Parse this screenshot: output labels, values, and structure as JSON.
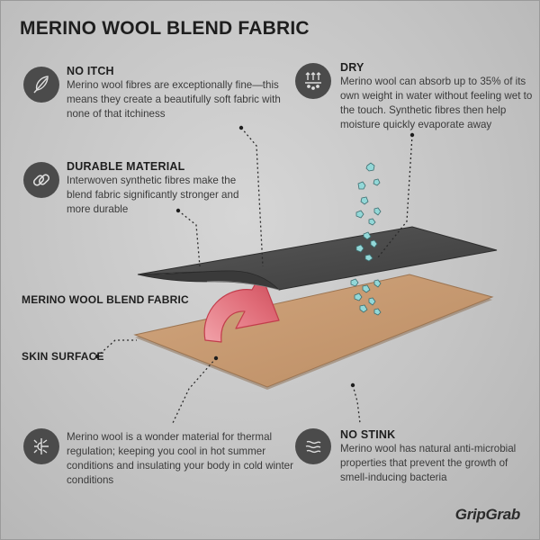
{
  "title": "MERINO WOOL BLEND FABRIC",
  "features": {
    "no_itch": {
      "heading": "NO ITCH",
      "icon": "feather-icon",
      "lines": [
        "Merino wool fibres are exceptionally fine—this",
        "means they create a beautifully soft fabric with",
        "none of that itchiness"
      ]
    },
    "durable": {
      "heading": "DURABLE MATERIAL",
      "icon": "link-icon",
      "lines": [
        "Interwoven synthetic fibres make the",
        "blend fabric significantly stronger and",
        "more durable"
      ]
    },
    "dry": {
      "heading": "DRY",
      "icon": "evaporation-icon",
      "lines": [
        "Merino wool can absorb up to 35% of its",
        "own weight in water without feeling wet to",
        "the touch. Synthetic fibres then help",
        "moisture quickly evaporate away"
      ]
    },
    "thermal": {
      "icon": "sun-snowflake-icon",
      "lines": [
        "Merino wool is a wonder material for thermal",
        "regulation; keeping you cool in hot summer",
        "conditions and insulating your body in cold winter",
        "conditions"
      ]
    },
    "no_stink": {
      "heading": "NO STINK",
      "icon": "odor-waves-icon",
      "lines": [
        "Merino wool has natural anti-microbial",
        "properties that prevent the growth of",
        "smell-inducing bacteria"
      ]
    }
  },
  "labels": {
    "fabric": "MERINO WOOL BLEND FABRIC",
    "skin": "SKIN SURFACE"
  },
  "brand": "GripGrab",
  "colors": {
    "fabric": "#4a4a4a",
    "skin": "#c79a72",
    "droplet": "#8fd6d6",
    "arrow": "#e0707a"
  }
}
